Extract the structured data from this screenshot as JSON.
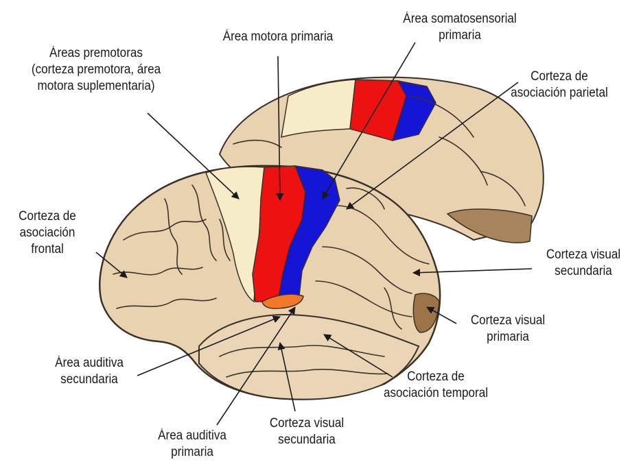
{
  "labels": {
    "premotor": {
      "line1": "Áreas premotoras",
      "line2": "(corteza premotora, área",
      "line3": "motora suplementaria)"
    },
    "motor": {
      "line1": "Área motora primaria"
    },
    "somato": {
      "line1": "Área somatosensorial",
      "line2": "primaria"
    },
    "parietal": {
      "line1": "Corteza de",
      "line2": "asociación parietal"
    },
    "frontal": {
      "line1": "Corteza de",
      "line2": "asociación",
      "line3": "frontal"
    },
    "visual_sec_right": {
      "line1": "Corteza visual",
      "line2": "secundaria"
    },
    "visual_prim": {
      "line1": "Corteza visual",
      "line2": "primaria"
    },
    "auditory_sec": {
      "line1": "Área auditiva",
      "line2": "secundaria"
    },
    "temporal": {
      "line1": "Corteza de",
      "line2": "asociación temporal"
    },
    "visual_sec_bottom": {
      "line1": "Corteza visual",
      "line2": "secundaria"
    },
    "auditory_prim": {
      "line1": "Área auditiva",
      "line2": "primaria"
    }
  },
  "colors": {
    "cortex": "#e8d2b0",
    "outline": "#3a3028",
    "premotor": "#f7ecc8",
    "motor": "#ee1111",
    "somato": "#1515d6",
    "auditory": "#f07a2a",
    "visual_primary": "#9c7448",
    "visual_secondary": "#a8845c",
    "pointer": "#1a1a1a"
  }
}
